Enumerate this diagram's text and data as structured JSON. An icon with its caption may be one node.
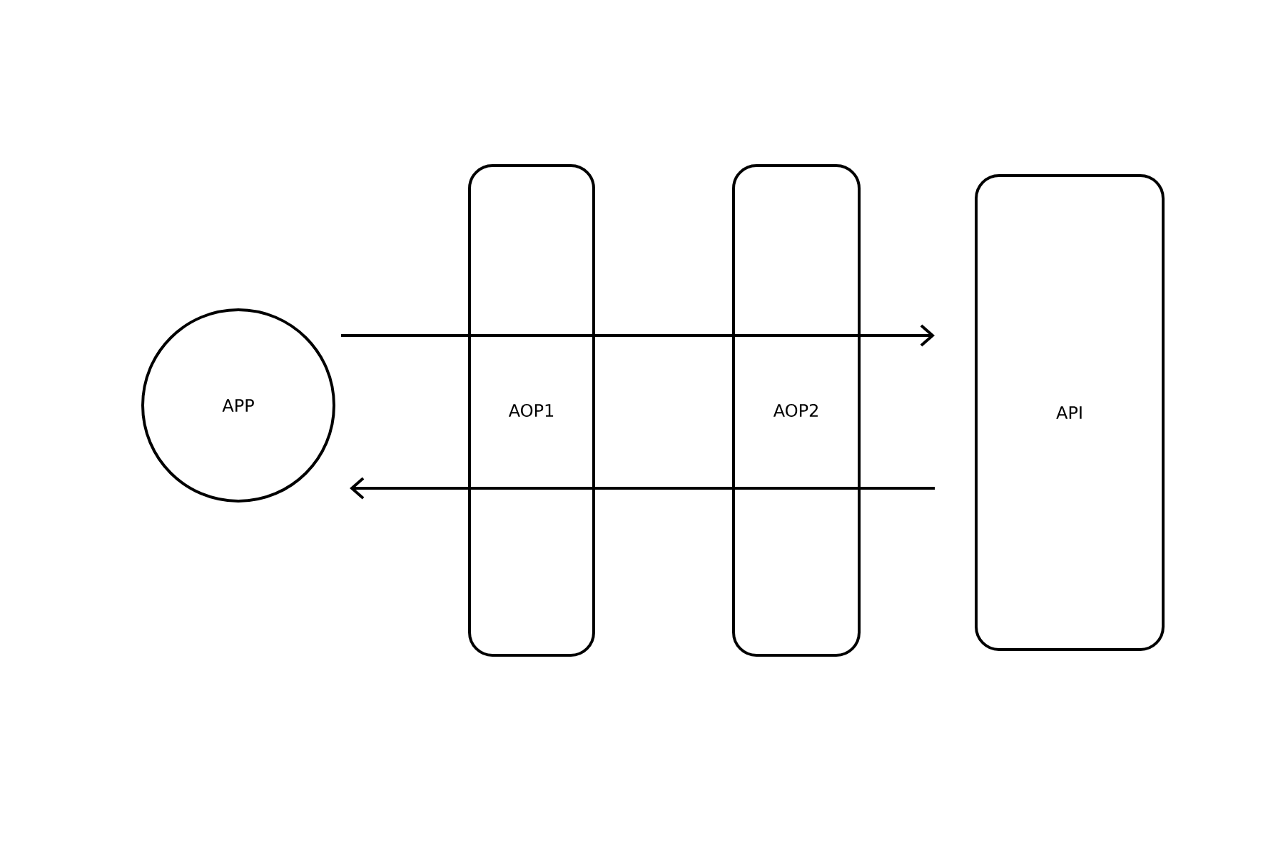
{
  "diagram": {
    "nodes": [
      {
        "text": [
          "APP"
        ]
      },
      {
        "text": [
          "AOP1"
        ]
      },
      {
        "text": [
          "AOP2"
        ]
      },
      {
        "text": [
          "API"
        ]
      }
    ],
    "edges": [
      {
        "from": 0,
        "to": 1,
        "arrow": "none"
      },
      {
        "from": 1,
        "to": 2,
        "arrow": "none"
      },
      {
        "from": 2,
        "to": 3,
        "arrow": "to"
      },
      {
        "from": 3,
        "to": 2,
        "arrow": "none"
      },
      {
        "from": 2,
        "to": 1,
        "arrow": "none"
      },
      {
        "from": 1,
        "to": 0,
        "arrow": "to"
      }
    ]
  }
}
